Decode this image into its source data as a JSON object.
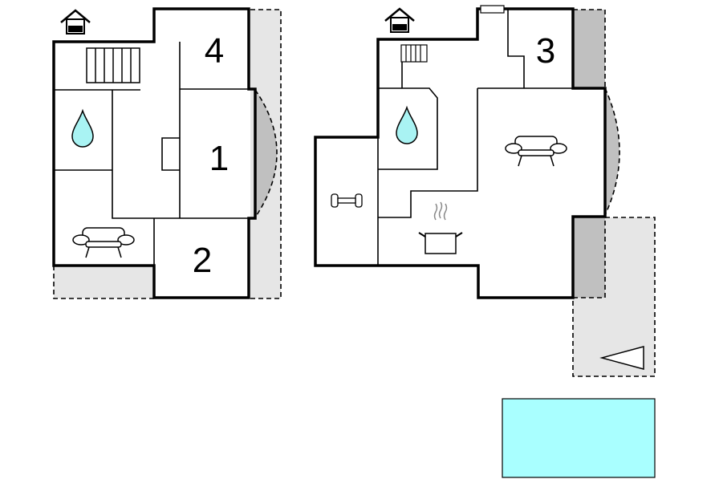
{
  "rooms": {
    "r1": "1",
    "r2": "2",
    "r3": "3",
    "r4": "4"
  },
  "colors": {
    "terrace": "#e6e6e6",
    "bay": "#c0c0c0",
    "pool": "#a9ffff",
    "water": "#a9f3f3"
  },
  "icons": [
    "house-icon",
    "radiator-icon",
    "water-drop-icon",
    "sofa-icon",
    "dumbbell-icon",
    "cooking-pot-icon",
    "window-icon",
    "arrow-icon",
    "pool-icon"
  ]
}
